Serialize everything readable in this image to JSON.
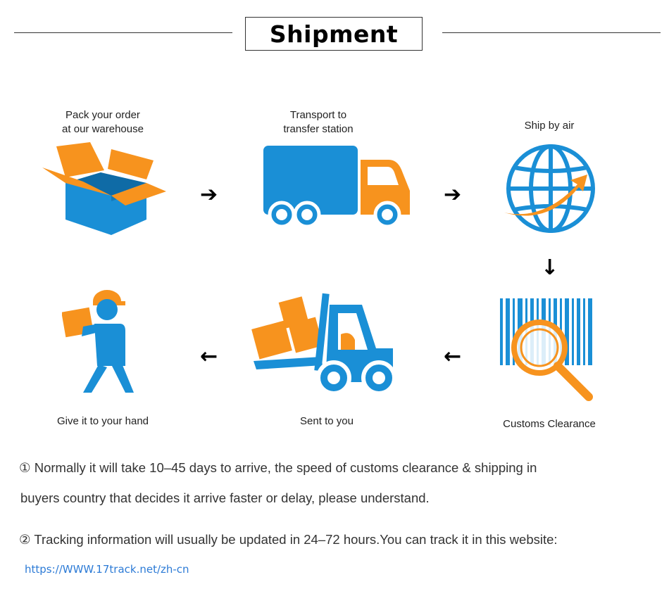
{
  "header": {
    "title": "Shipment"
  },
  "steps": {
    "pack": {
      "label_line1": "Pack your order",
      "label_line2": "at our warehouse"
    },
    "transport": {
      "label_line1": "Transport to",
      "label_line2": "transfer station"
    },
    "air": {
      "label": "Ship by air"
    },
    "customs": {
      "label": "Customs Clearance"
    },
    "sent": {
      "label": "Sent to you"
    },
    "give": {
      "label": "Give it to your hand"
    }
  },
  "arrows": {
    "right": "➔",
    "down": "↓",
    "left": "←"
  },
  "notes": {
    "note1_line1": "① Normally it will take 10–45 days to arrive, the speed of customs clearance & shipping in",
    "note1_line2": "buyers country that decides it arrive faster or delay, please understand.",
    "note2": "② Tracking information will usually be updated in 24–72 hours.You can track it in this website:",
    "link": "https://WWW.17track.net/zh-cn"
  },
  "colors": {
    "blue": "#1a8fd6",
    "orange": "#f7931e"
  },
  "icons": [
    "box-icon",
    "truck-icon",
    "globe-plane-icon",
    "barcode-magnifier-icon",
    "forklift-icon",
    "delivery-man-icon"
  ]
}
